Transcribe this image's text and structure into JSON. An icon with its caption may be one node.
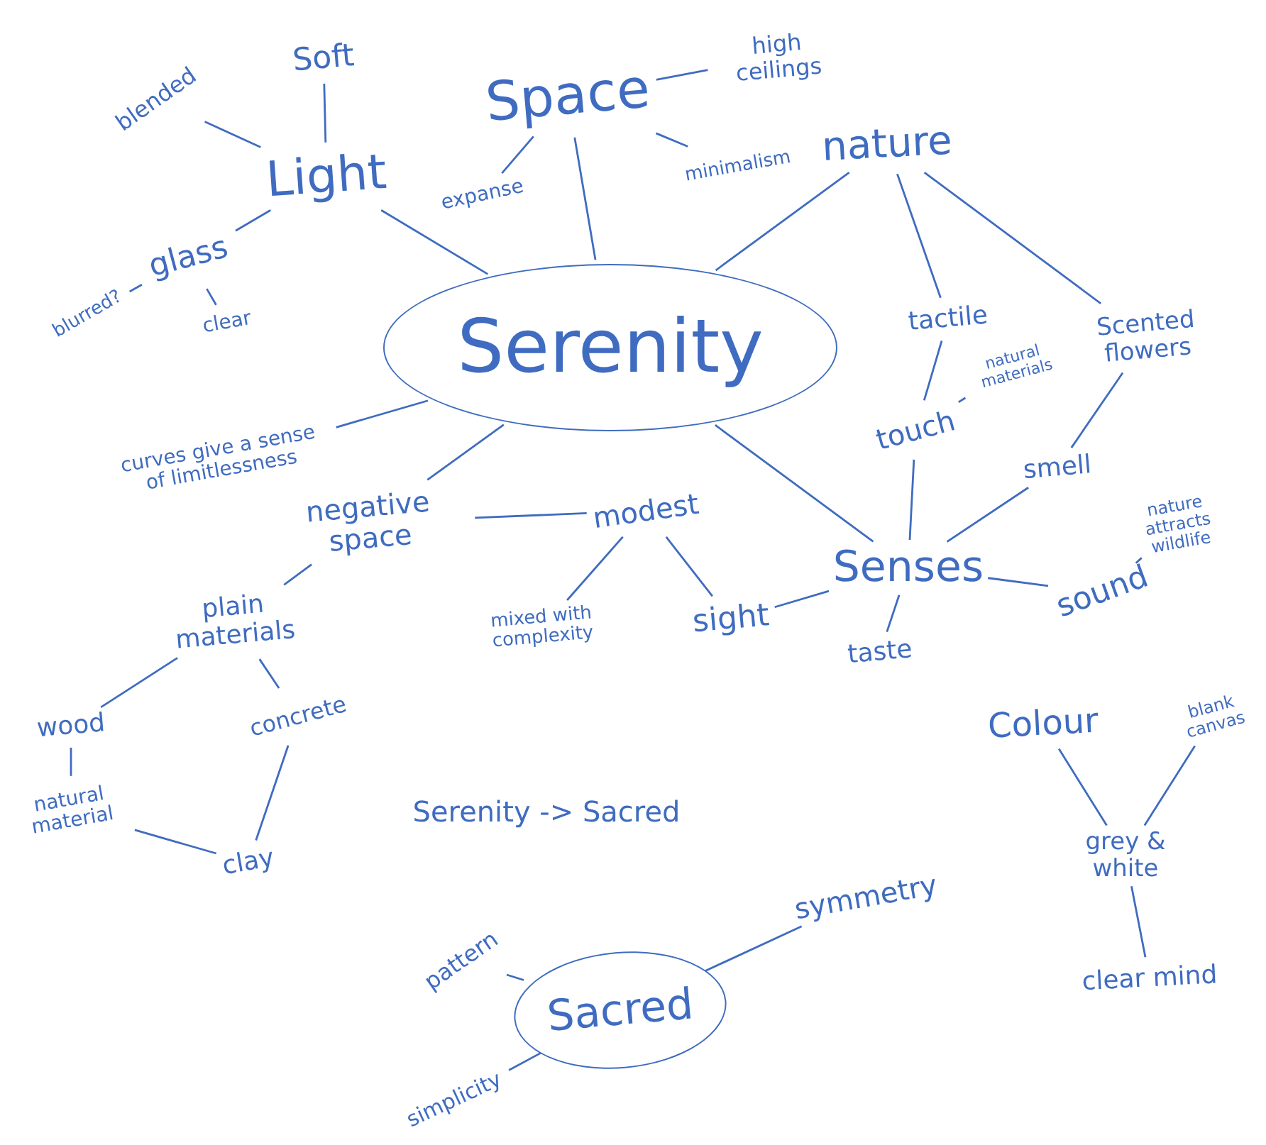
{
  "diagram": {
    "nodes": [
      {
        "text": [
          "Serenity"
        ]
      },
      {
        "text": [
          "Light"
        ]
      },
      {
        "text": [
          "blended"
        ]
      },
      {
        "text": [
          "Soft"
        ]
      },
      {
        "text": [
          "glass"
        ]
      },
      {
        "text": [
          "blurred?"
        ]
      },
      {
        "text": [
          "clear"
        ]
      },
      {
        "text": [
          "Space"
        ]
      },
      {
        "text": [
          "high ceilings"
        ]
      },
      {
        "text": [
          "expanse"
        ]
      },
      {
        "text": [
          "minimalism"
        ]
      },
      {
        "text": [
          "nature"
        ]
      },
      {
        "text": [
          "tactile"
        ]
      },
      {
        "text": [
          "Scented flowers"
        ]
      },
      {
        "text": [
          "natural materials"
        ]
      },
      {
        "text": [
          "touch"
        ]
      },
      {
        "text": [
          "smell"
        ]
      },
      {
        "text": [
          "Senses"
        ]
      },
      {
        "text": [
          "nature attracts wildlife"
        ]
      },
      {
        "text": [
          "sound"
        ]
      },
      {
        "text": [
          "taste"
        ]
      },
      {
        "text": [
          "sight"
        ]
      },
      {
        "text": [
          "modest"
        ]
      },
      {
        "text": [
          "mixed with complexity"
        ]
      },
      {
        "text": [
          "curves give a sense of limitlessness"
        ]
      },
      {
        "text": [
          "negative space"
        ]
      },
      {
        "text": [
          "plain materials"
        ]
      },
      {
        "text": [
          "wood"
        ]
      },
      {
        "text": [
          "natural material"
        ]
      },
      {
        "text": [
          "concrete"
        ]
      },
      {
        "text": [
          "clay"
        ]
      },
      {
        "text": [
          "Colour"
        ]
      },
      {
        "text": [
          "blank canvas"
        ]
      },
      {
        "text": [
          "grey & white"
        ]
      },
      {
        "text": [
          "clear mind"
        ]
      },
      {
        "text": [
          "Sacred"
        ]
      },
      {
        "text": [
          "pattern"
        ]
      },
      {
        "text": [
          "simplicity"
        ]
      },
      {
        "text": [
          "symmetry"
        ]
      }
    ],
    "edges": [
      {
        "from": 1,
        "to": 0,
        "arrow": "none"
      },
      {
        "from": 1,
        "to": 2,
        "arrow": "none"
      },
      {
        "from": 1,
        "to": 3,
        "arrow": "none"
      },
      {
        "from": 1,
        "to": 4,
        "arrow": "none"
      },
      {
        "from": 4,
        "to": 5,
        "arrow": "none"
      },
      {
        "from": 4,
        "to": 6,
        "arrow": "none"
      },
      {
        "from": 7,
        "to": 0,
        "arrow": "none"
      },
      {
        "from": 7,
        "to": 8,
        "arrow": "none"
      },
      {
        "from": 7,
        "to": 9,
        "arrow": "none"
      },
      {
        "from": 7,
        "to": 10,
        "arrow": "none"
      },
      {
        "from": 11,
        "to": 0,
        "arrow": "none"
      },
      {
        "from": 11,
        "to": 12,
        "arrow": "none"
      },
      {
        "from": 11,
        "to": 13,
        "arrow": "none"
      },
      {
        "from": 12,
        "to": 15,
        "arrow": "none"
      },
      {
        "from": 15,
        "to": 14,
        "arrow": "none"
      },
      {
        "from": 15,
        "to": 17,
        "arrow": "none"
      },
      {
        "from": 13,
        "to": 16,
        "arrow": "none"
      },
      {
        "from": 16,
        "to": 17,
        "arrow": "none"
      },
      {
        "from": 17,
        "to": 19,
        "arrow": "none"
      },
      {
        "from": 19,
        "to": 18,
        "arrow": "none"
      },
      {
        "from": 17,
        "to": 20,
        "arrow": "none"
      },
      {
        "from": 17,
        "to": 21,
        "arrow": "none"
      },
      {
        "from": 0,
        "to": 17,
        "arrow": "none"
      },
      {
        "from": 22,
        "to": 21,
        "arrow": "none"
      },
      {
        "from": 22,
        "to": 23,
        "arrow": "none"
      },
      {
        "from": 25,
        "to": 22,
        "arrow": "none"
      },
      {
        "from": 0,
        "to": 25,
        "arrow": "none"
      },
      {
        "from": 24,
        "to": 0,
        "arrow": "none"
      },
      {
        "from": 25,
        "to": 26,
        "arrow": "none"
      },
      {
        "from": 26,
        "to": 27,
        "arrow": "none"
      },
      {
        "from": 27,
        "to": 28,
        "arrow": "none"
      },
      {
        "from": 26,
        "to": 29,
        "arrow": "none"
      },
      {
        "from": 29,
        "to": 30,
        "arrow": "none"
      },
      {
        "from": 28,
        "to": 30,
        "arrow": "none"
      },
      {
        "from": 31,
        "to": 33,
        "arrow": "none"
      },
      {
        "from": 33,
        "to": 32,
        "arrow": "none"
      },
      {
        "from": 33,
        "to": 34,
        "arrow": "none"
      },
      {
        "from": 35,
        "to": 36,
        "arrow": "none"
      },
      {
        "from": 35,
        "to": 37,
        "arrow": "none"
      },
      {
        "from": 35,
        "to": 38,
        "arrow": "none"
      }
    ],
    "labels": [
      "Serenity -> Sacred"
    ]
  }
}
